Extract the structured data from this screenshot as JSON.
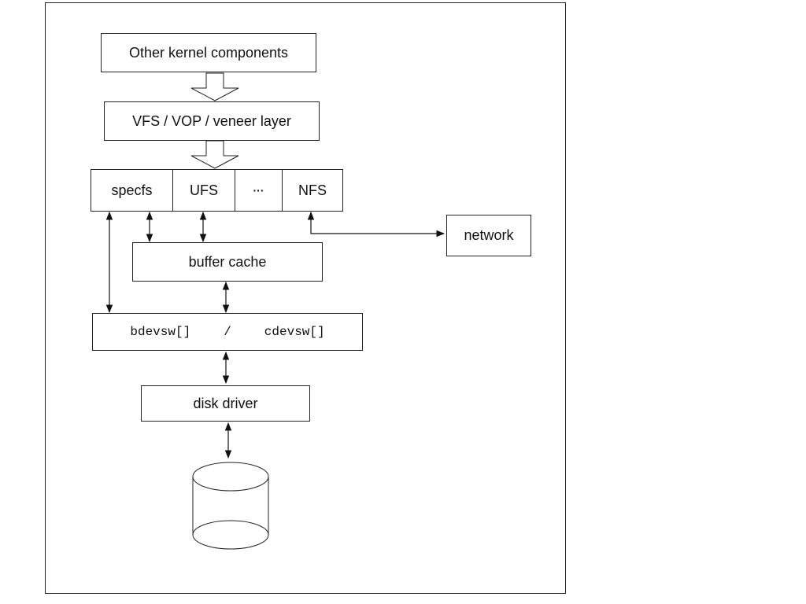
{
  "boxes": {
    "other": "Other kernel components",
    "vfs": "VFS / VOP / veneer layer",
    "specfs": "specfs",
    "ufs": "UFS",
    "dots": "···",
    "nfs": "NFS",
    "network": "network",
    "buffer": "buffer cache",
    "devsw_left": "bdevsw[]",
    "devsw_sep": "/",
    "devsw_right": "cdevsw[]",
    "driver": "disk driver"
  },
  "icons": {
    "disk": "disk-cylinder-icon"
  }
}
